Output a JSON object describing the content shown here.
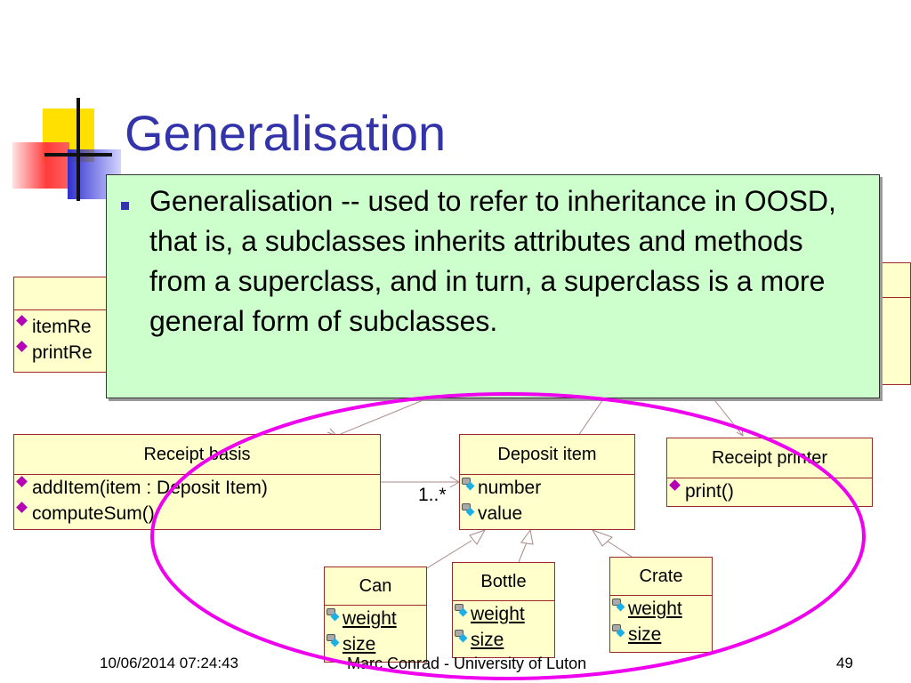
{
  "slide": {
    "title": "Generalisation",
    "bullet_text": "Generalisation -- used to refer to inheritance in OOSD, that is, a subclasses inherits attributes and methods from a superclass, and in turn, a superclass is a more general form of subclasses.",
    "colors": {
      "title": "#3333aa",
      "callout_bg": "#ccffcc",
      "class_bg": "#ffffcc",
      "class_border": "#9b2b2b",
      "highlight": "#ee00ee"
    }
  },
  "diagram": {
    "partial_class": {
      "members": [
        "itemRe",
        "printRe"
      ]
    },
    "receipt_basis": {
      "name": "Receipt basis",
      "methods": [
        "addItem(item : Deposit Item)",
        "computeSum()"
      ]
    },
    "deposit_item": {
      "name": "Deposit item",
      "attributes": [
        "number",
        "value"
      ]
    },
    "receipt_printer": {
      "name": "Receipt printer",
      "methods": [
        "print()"
      ]
    },
    "can": {
      "name": "Can",
      "attributes": [
        "weight",
        "size"
      ]
    },
    "bottle": {
      "name": "Bottle",
      "attributes": [
        "weight",
        "size"
      ]
    },
    "crate": {
      "name": "Crate",
      "attributes": [
        "weight",
        "size"
      ]
    },
    "multiplicity": "1..*"
  },
  "footer": {
    "date": "10/06/2014 07:24:43",
    "author": "Marc Conrad - University of Luton",
    "page": "49"
  }
}
